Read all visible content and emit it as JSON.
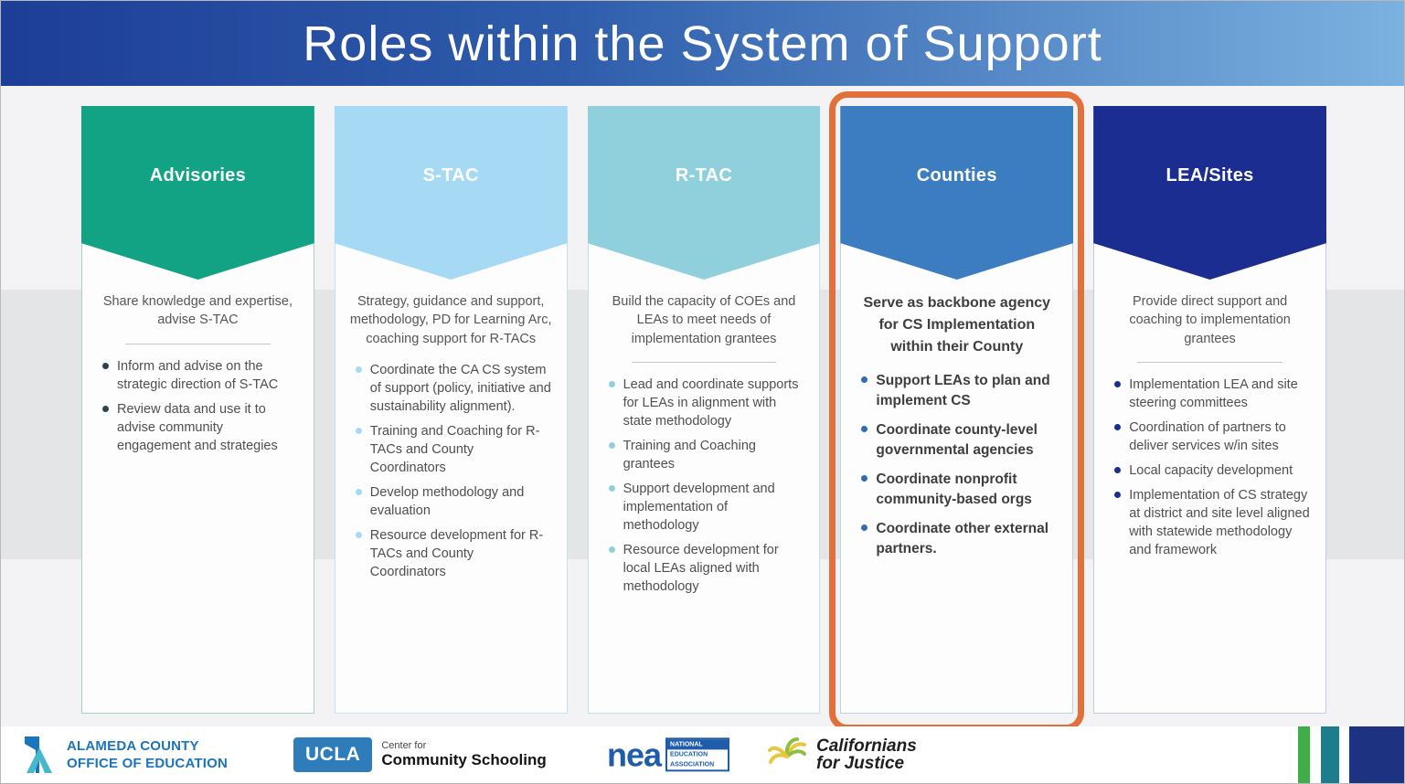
{
  "header": {
    "title": "Roles within the System of Support"
  },
  "colors": {
    "banner_left": "#1d3e96",
    "banner_right": "#7bb2e0",
    "highlight": "#e2703a",
    "band": "#e4e5e7"
  },
  "columns": [
    {
      "label": "Advisories",
      "description": "Share knowledge and expertise, advise S-TAC",
      "divider": true,
      "emphasis": false,
      "highlighted": false,
      "colors": {
        "header": "#12a384",
        "border": "#9fd4c6",
        "bullet": "#30414a",
        "text": "#4f4f4f"
      },
      "bullets": [
        "Inform and advise on the strategic direction of S-TAC",
        "Review data and use it to advise community engagement and strategies"
      ]
    },
    {
      "label": "S-TAC",
      "description": "Strategy, guidance and support, methodology, PD for Learning Arc, coaching support for R-TACs",
      "divider": false,
      "emphasis": false,
      "highlighted": false,
      "colors": {
        "header": "#a6d9f4",
        "border": "#c2e2f4",
        "bullet": "#a6d9f4",
        "text": "#4f4f4f"
      },
      "bullets": [
        "Coordinate the CA CS system of support (policy, initiative and sustainability alignment).",
        "Training and Coaching for R-TACs and County Coordinators",
        "Develop methodology and evaluation",
        "Resource development for R-TACs and County Coordinators"
      ]
    },
    {
      "label": "R-TAC",
      "description": "Build the capacity of COEs and LEAs to meet needs of implementation grantees",
      "divider": true,
      "emphasis": false,
      "highlighted": false,
      "colors": {
        "header": "#8fd0dc",
        "border": "#c0e3ea",
        "bullet": "#8fd0dc",
        "text": "#4f4f4f"
      },
      "bullets": [
        "Lead and coordinate supports for LEAs in alignment with state methodology",
        "Training and Coaching grantees",
        "Support development and implementation of methodology",
        "Resource development for local LEAs aligned with methodology"
      ]
    },
    {
      "label": "Counties",
      "description": "Serve as backbone agency for CS Implementation within their County",
      "divider": false,
      "emphasis": true,
      "highlighted": true,
      "colors": {
        "header": "#3c7cc0",
        "border": "#bcd4ea",
        "bullet": "#2f6cb0",
        "text": "#3e3e3e"
      },
      "bullets": [
        "Support LEAs to plan and implement CS",
        "Coordinate county-level governmental agencies",
        "Coordinate nonprofit community-based orgs",
        "Coordinate other external partners."
      ]
    },
    {
      "label": "LEA/Sites",
      "description": "Provide direct support and coaching to implementation grantees",
      "divider": true,
      "emphasis": false,
      "highlighted": false,
      "colors": {
        "header": "#1b2d90",
        "border": "#c2c8e6",
        "bullet": "#1b2d90",
        "text": "#4f4f4f"
      },
      "bullets": [
        "Implementation LEA and site steering committees",
        "Coordination of partners to deliver services w/in sites",
        "Local capacity development",
        "Implementation of CS strategy at district and site level aligned with statewide methodology and framework"
      ]
    }
  ],
  "footer": {
    "alameda": {
      "line1": "ALAMEDA COUNTY",
      "line2": "OFFICE OF EDUCATION"
    },
    "ucla": {
      "badge": "UCLA",
      "line1": "Center for",
      "line2": "Community Schooling"
    },
    "nea": {
      "wordmark": "nea",
      "box_lines": [
        "NATIONAL",
        "EDUCATION",
        "ASSOCIATION"
      ]
    },
    "cfj": {
      "line1": "Californians",
      "line2": "for Justice"
    }
  }
}
